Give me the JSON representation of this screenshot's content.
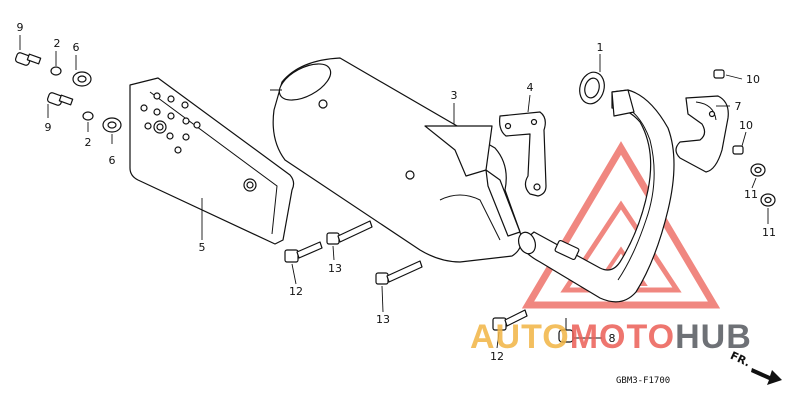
{
  "diagram": {
    "callouts": [
      {
        "id": "c1",
        "label": "1"
      },
      {
        "id": "c2a",
        "label": "2"
      },
      {
        "id": "c2b",
        "label": "2"
      },
      {
        "id": "c3",
        "label": "3"
      },
      {
        "id": "c4",
        "label": "4"
      },
      {
        "id": "c5",
        "label": "5"
      },
      {
        "id": "c6a",
        "label": "6"
      },
      {
        "id": "c6b",
        "label": "6"
      },
      {
        "id": "c7",
        "label": "7"
      },
      {
        "id": "c8",
        "label": "8"
      },
      {
        "id": "c9a",
        "label": "9"
      },
      {
        "id": "c9b",
        "label": "9"
      },
      {
        "id": "c10a",
        "label": "10"
      },
      {
        "id": "c10b",
        "label": "10"
      },
      {
        "id": "c11a",
        "label": "11"
      },
      {
        "id": "c11b",
        "label": "11"
      },
      {
        "id": "c12a",
        "label": "12"
      },
      {
        "id": "c12b",
        "label": "12"
      },
      {
        "id": "c13a",
        "label": "13"
      },
      {
        "id": "c13b",
        "label": "13"
      }
    ],
    "diagram_code": "GBM3-F1700",
    "direction_label": "FR."
  },
  "watermark": {
    "part1": "AUTO",
    "part2": "MOTO",
    "part3": "HUB",
    "colors": {
      "auto": "#f2b544",
      "moto": "#ec5f56",
      "hub": "#55595f",
      "triangle": "#ec5f56"
    }
  }
}
